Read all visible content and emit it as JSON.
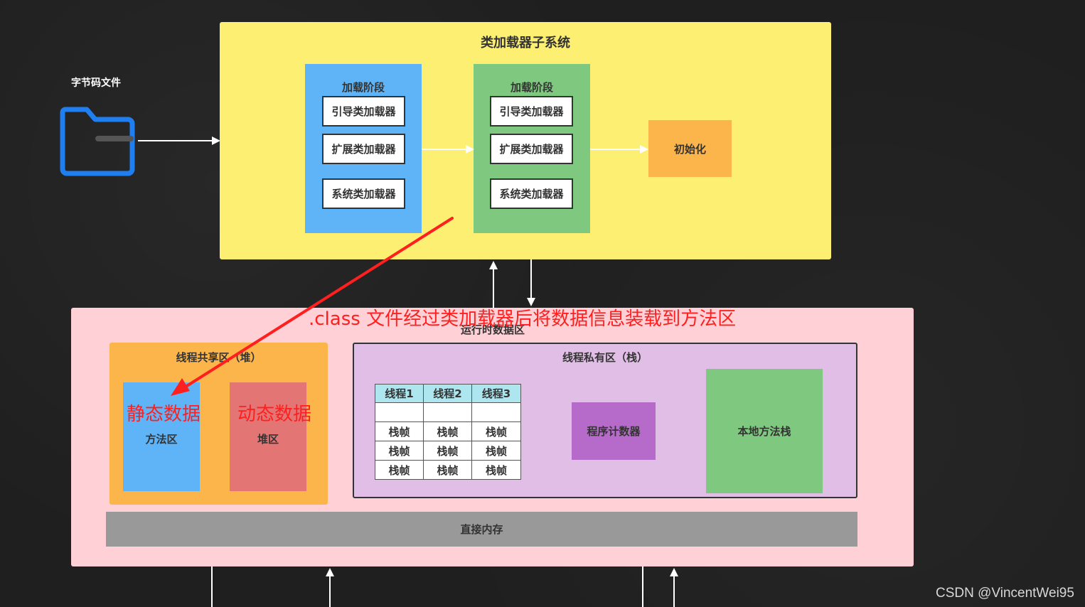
{
  "bytecode_label": "字节码文件",
  "icons": {
    "folder": "folder-icon"
  },
  "subsystem": {
    "title": "类加载器子系统",
    "loading_phase_1": {
      "title": "加载阶段",
      "items": [
        "引导类加载器",
        "扩展类加载器",
        "系统类加载器"
      ]
    },
    "loading_phase_2": {
      "title": "加载阶段",
      "items": [
        "引导类加载器",
        "扩展类加载器",
        "系统类加载器"
      ]
    },
    "init": "初始化"
  },
  "runtime": {
    "title": "运行时数据区",
    "annotation": ".class 文件经过类加载器后将数据信息装载到方法区",
    "shared": {
      "title": "线程共享区（堆）",
      "method_area": "方法区",
      "heap": "堆区",
      "static_label": "静态数据",
      "dynamic_label": "动态数据"
    },
    "private": {
      "title": "线程私有区（栈）",
      "threads": [
        "线程1",
        "线程2",
        "线程3"
      ],
      "frame": "栈帧",
      "pc": "程序计数器",
      "native_stack": "本地方法栈"
    },
    "direct_memory": "直接内存"
  },
  "watermark": "CSDN @VincentWei95",
  "colors": {
    "subsystem": "#fdef72",
    "phase1": "#5eb4f7",
    "phase2": "#7fc87f",
    "init": "#fcb54b",
    "runtime": "#ffd0d5",
    "shared": "#fcb54b",
    "method_area": "#5eb4f7",
    "heap": "#e47575",
    "private": "#e0bee6",
    "pc": "#b66ac9",
    "native_stack": "#7fc87f",
    "direct_memory": "#999999",
    "annotation": "#ff1f1f"
  }
}
